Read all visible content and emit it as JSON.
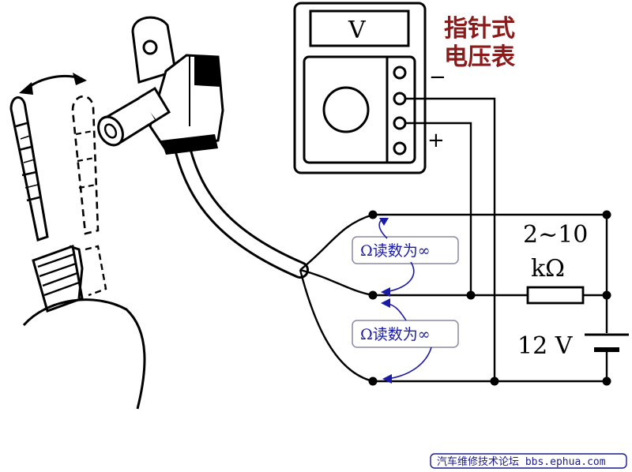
{
  "meter": {
    "title_line1": "指针式",
    "title_line2": "电压表",
    "display_label": "V",
    "minus_sign": "−",
    "plus_sign": "+"
  },
  "annotations": {
    "upper": "Ω读数为∞",
    "lower": "Ω读数为∞"
  },
  "resistor": {
    "value_line1": "2~10",
    "value_line2": "kΩ"
  },
  "battery": {
    "label": "12 V"
  },
  "footer": {
    "text": "汽车维修技术论坛 bbs.ephua.com"
  },
  "colors": {
    "title": "#8b1a1a",
    "annotation": "#1a1aa6",
    "line": "#000000",
    "footer_border": "#1a1a8a"
  }
}
